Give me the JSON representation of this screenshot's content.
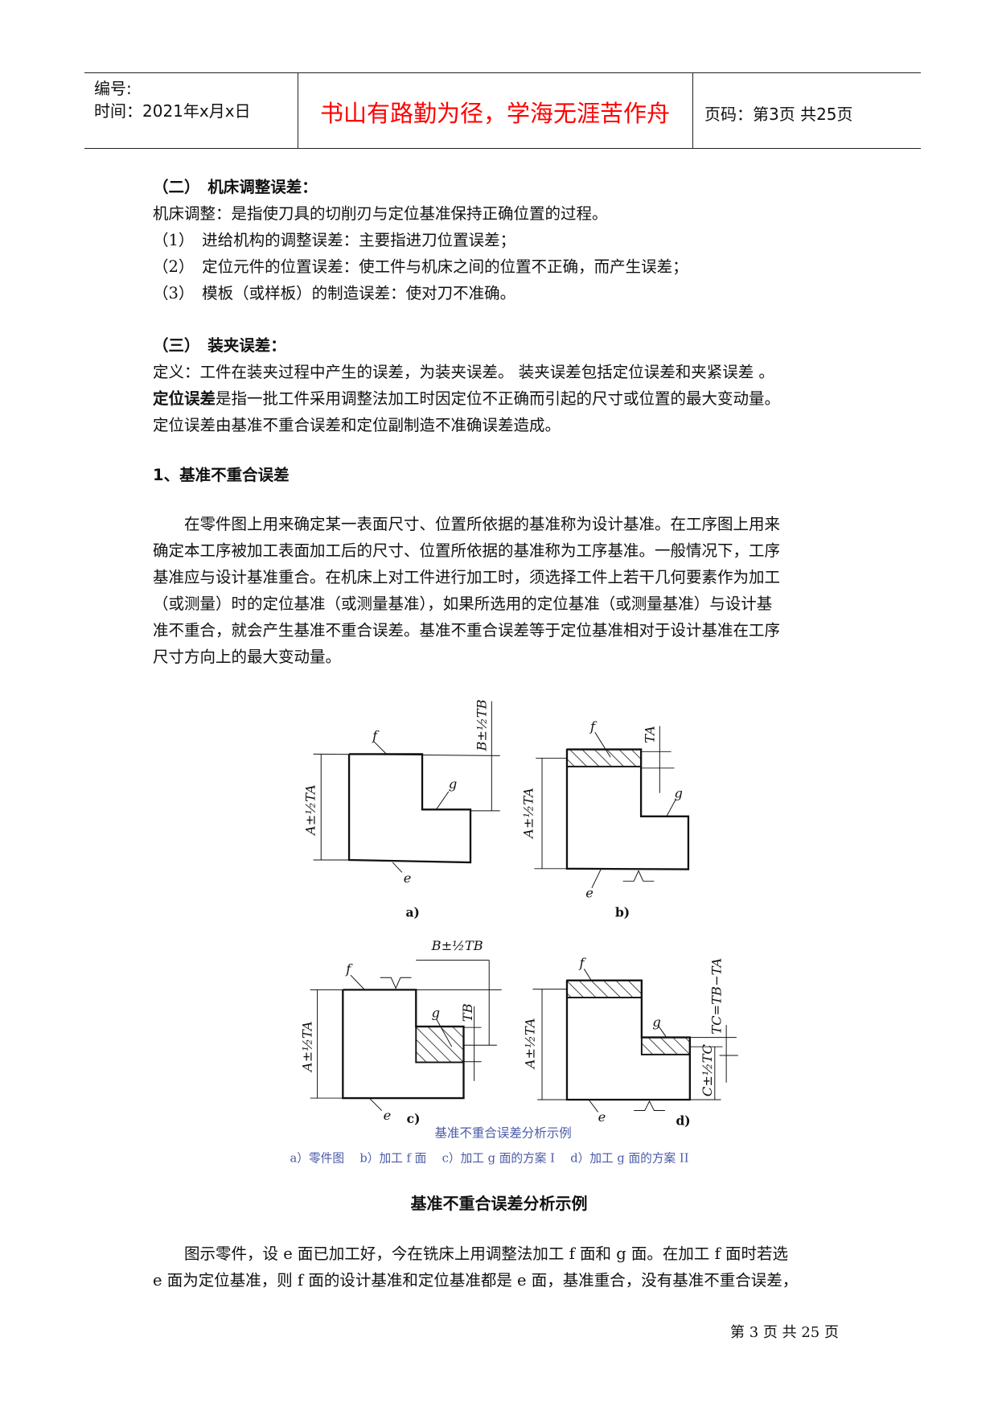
{
  "header": {
    "number_label": "编号:",
    "time_label": "时间：2021年x月x日",
    "motto": "书山有路勤为径，学海无涯苦作舟",
    "page_label": "页码：第3页 共25页"
  },
  "body": {
    "s2_title": "（二）　机床调整误差：",
    "s2_line1": "机床调整：是指使刀具的切削刃与定位基准保持正确位置的过程。",
    "s2_item1": "（1）　进给机构的调整误差：主要指进刀位置误差；",
    "s2_item2": "（2）　定位元件的位置误差：使工件与机床之间的位置不正确，而产生误差；",
    "s2_item3": "（3）　模板（或样板）的制造误差：使对刀不准确。",
    "s3_title": "（三）　装夹误差：",
    "s3_line1": "定义：工件在装夹过程中产生的误差，为装夹误差。 装夹误差包括定位误差和夹紧误差 。",
    "s3_term": "定位误差",
    "s3_line2_rest": "是指一批工件采用调整法加工时因定位不正确而引起的尺寸或位置的最大变动量。",
    "s3_line3": "定位误差由基准不重合误差和定位副制造不准确误差造成。",
    "sub1_title": "1、基准不重合误差",
    "para1": [
      "　　在零件图上用来确定某一表面尺寸、位置所依据的基准称为设计基准。在工序图上用来",
      "确定本工序被加工表面加工后的尺寸、位置所依据的基准称为工序基准。一般情况下，工序",
      "基准应与设计基准重合。在机床上对工件进行加工时，须选择工件上若干几何要素作为加工",
      "（或测量）时的定位基准（或测量基准），如果所选用的定位基准（或测量基准）与设计基",
      "准不重合，就会产生基准不重合误差。基准不重合误差等于定位基准相对于设计基准在工序",
      "尺寸方向上的最大变动量。"
    ],
    "caption": "基准不重合误差分析示例",
    "para2": [
      "　　图示零件，设 e 面已加工好，今在铣床上用调整法加工 f 面和 g 面。在加工 f 面时若选",
      "e 面为定位基准，则 f 面的设计基准和定位基准都是 e 面，基准重合，没有基准不重合误差，"
    ]
  },
  "figure": {
    "labels": {
      "f": "f",
      "g": "g",
      "e": "e",
      "a": "a)",
      "b": "b)",
      "c": "c)",
      "d": "d)",
      "A": "A±½TA",
      "B": "B±½TB",
      "TA": "TA",
      "TB": "TB",
      "C": "C±½TC",
      "TC": "TC=TB−TA"
    },
    "title": "基准不重合误差分析示例",
    "legend": "a）零件图　 b）加工 f 面　 c）加工 g 面的方案 I　 d）加工 g 面的方案 II",
    "caption_color": "#4a5aa8"
  },
  "footer": {
    "page": "第 3 页 共 25 页"
  }
}
